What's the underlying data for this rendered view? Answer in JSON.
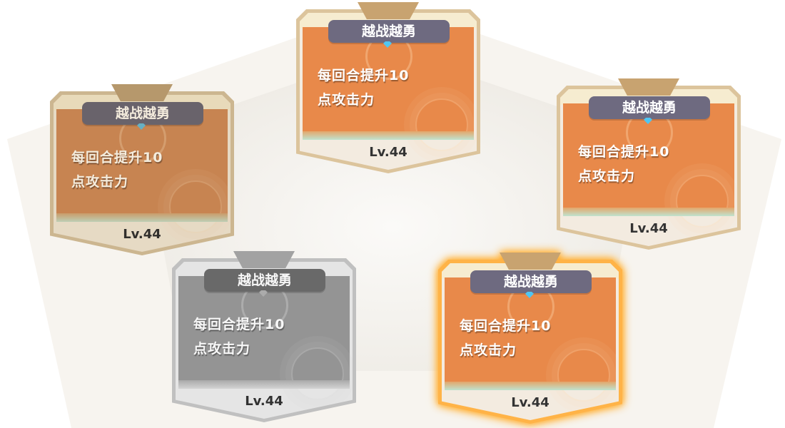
{
  "cards": [
    {
      "state": "normal",
      "title": "越战越勇",
      "description_line1": "每回合提升10",
      "description_line2": "点攻击力",
      "level": "Lv.44"
    },
    {
      "state": "dimmed",
      "title": "越战越勇",
      "description_line1": "每回合提升10",
      "description_line2": "点攻击力",
      "level": "Lv.44"
    },
    {
      "state": "normal",
      "title": "越战越勇",
      "description_line1": "每回合提升10",
      "description_line2": "点攻击力",
      "level": "Lv.44"
    },
    {
      "state": "locked",
      "title": "越战越勇",
      "description_line1": "每回合提升10",
      "description_line2": "点攻击力",
      "level": "Lv.44"
    },
    {
      "state": "selected",
      "title": "越战越勇",
      "description_line1": "每回合提升10",
      "description_line2": "点攻击力",
      "level": "Lv.44"
    }
  ],
  "colors": {
    "panel": "#e8894a",
    "pill": "#6e6a80",
    "glow": "#ffa928"
  }
}
